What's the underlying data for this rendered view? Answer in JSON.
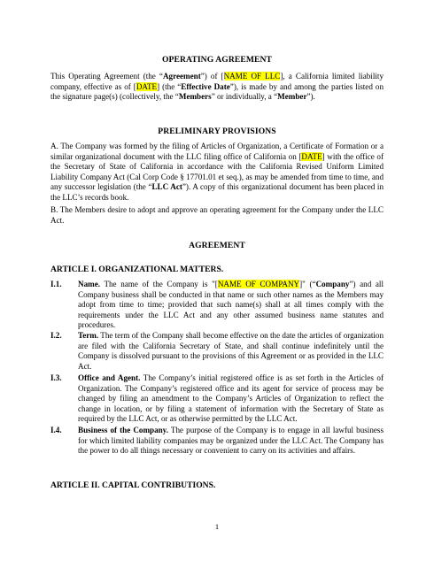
{
  "title": "OPERATING AGREEMENT",
  "intro": {
    "t1": "This Operating Agreement (the “",
    "b1": "Agreement",
    "t2": "”) of [",
    "hl1": "NAME OF LLC",
    "t3": "], a California limited liability company, effective as of [",
    "hl2": "DATE",
    "t4": "] (the “",
    "b2": "Effective Date",
    "t5": "”), is made by and among the parties listed on the signature page(s) (collectively, the “",
    "b3": "Members",
    "t6": "” or individually, a “",
    "b4": "Member",
    "t7": "”)."
  },
  "preliminary": {
    "heading": "PRELIMINARY PROVISIONS",
    "a": {
      "t1": "A. The Company was formed by the filing of Articles of Organization, a Certificate of Formation or a similar organizational document with the LLC filing office of California on [",
      "hl": "DATE",
      "t2": "] with the office of the Secretary of State of California in accordance with the California Revised Uniform Limited Liability Company Act (Cal Corp Code § 17701.01 et seq.), as may be amended from time to time, and any successor legislation (the “",
      "b": "LLC Act",
      "t3": "”). A copy of this organizational document has been placed in the LLC’s records book."
    },
    "b": "B. The Members desire to adopt and approve an operating agreement for the Company under the LLC Act."
  },
  "agreement_heading": "AGREEMENT",
  "article1": {
    "title": "ARTICLE I. ORGANIZATIONAL MATTERS.",
    "items": [
      {
        "num": "I.1.",
        "label": "Name.",
        "t1": " The name of the Company is \"[",
        "hl": "NAME OF COMPANY",
        "t2": "]\" (“",
        "b": "Company",
        "t3": "”) and all Company business shall be conducted in that name or such other names as the Members may adopt from time to time; provided that such name(s) shall at all times comply with the requirements under the LLC Act and any other assumed business name statutes and procedures."
      },
      {
        "num": "I.2.",
        "label": "Term.",
        "text": " The term of the Company shall become effective on the date the articles of organization are filed with the California Secretary of State, and shall continue indefinitely until the Company is dissolved pursuant to the provisions of this Agreement or as provided in the LLC Act."
      },
      {
        "num": "I.3.",
        "label": "Office and Agent.",
        "text": " The Company’s initial registered office is as set forth in the Articles of Organization. The Company’s registered office and its agent for service of process may be changed by filing an amendment to the Company’s Articles of Organization to reflect the change in location, or by filing a statement of information with the Secretary of State as required by the LLC Act, or as otherwise permitted by the LLC Act."
      },
      {
        "num": "I.4.",
        "label": "Business of the Company.",
        "text": " The purpose of the Company is to engage in all lawful business for which limited liability companies may be organized under the LLC Act. The Company has the power to do all things necessary or convenient to carry on its activities and affairs."
      }
    ]
  },
  "article2": {
    "title": "ARTICLE II. CAPITAL CONTRIBUTIONS."
  },
  "page_number": "1",
  "colors": {
    "highlight": "#ffff00"
  }
}
